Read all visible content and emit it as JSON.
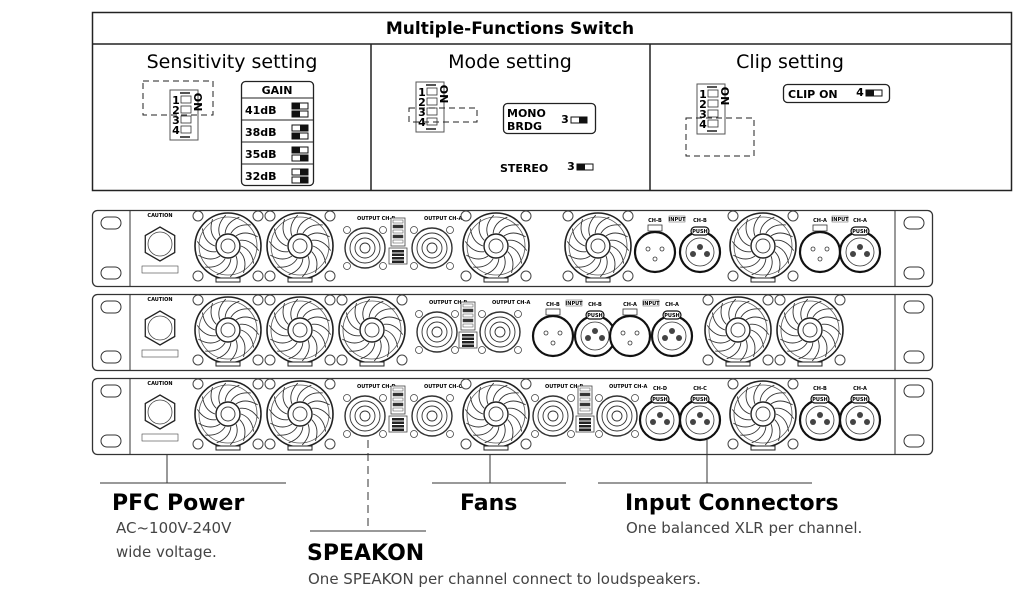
{
  "switch_box": {
    "title": "Multiple-Functions Switch",
    "sensitivity": {
      "heading": "Sensitivity setting",
      "gain_title": "GAIN",
      "gain_rows": [
        {
          "label": "41dB",
          "sw1_on": false,
          "sw2_on": false
        },
        {
          "label": "38dB",
          "sw1_on": true,
          "sw2_on": false
        },
        {
          "label": "35dB",
          "sw1_on": false,
          "sw2_on": true
        },
        {
          "label": "32dB",
          "sw1_on": true,
          "sw2_on": true
        }
      ]
    },
    "mode": {
      "heading": "Mode setting",
      "mono_label_1": "MONO",
      "mono_label_2": "BRDG",
      "stereo_label": "STEREO",
      "switch_num": "3"
    },
    "clip": {
      "heading": "Clip setting",
      "clip_label": "CLIP ON",
      "switch_num": "4"
    },
    "dip_on_label": "ON",
    "dip_numbers": [
      "1",
      "2",
      "3",
      "4"
    ]
  },
  "units": [
    {
      "caution": "CAUTION",
      "outputs": [
        "OUTPUT CH-B",
        "OUTPUT CH-A"
      ],
      "inputs": [
        "CH-B",
        "INPUT",
        "CH-B",
        "CH-A",
        "INPUT",
        "CH-A"
      ],
      "push": "PUSH"
    },
    {
      "caution": "CAUTION",
      "outputs": [
        "OUTPUT CH-B",
        "OUTPUT CH-A"
      ],
      "inputs": [
        "CH-B",
        "INPUT",
        "CH-B",
        "CH-A",
        "INPUT",
        "CH-A"
      ],
      "push": "PUSH"
    },
    {
      "caution": "CAUTION",
      "outputs": [
        "OUTPUT CH-D",
        "OUTPUT CH-C",
        "OUTPUT CH-B",
        "OUTPUT CH-A"
      ],
      "inputs": [
        "CH-D",
        "CH-C",
        "CH-B",
        "CH-A"
      ],
      "push": "PUSH"
    }
  ],
  "callouts": {
    "pfc": {
      "title": "PFC Power",
      "line1": "AC~100V-240V",
      "line2": "wide voltage."
    },
    "fans": {
      "title": "Fans"
    },
    "inputs": {
      "title": "Input Connectors",
      "desc": "One balanced XLR per channel."
    },
    "speakon": {
      "title": "SPEAKON",
      "desc": "One SPEAKON per channel connect to loudspeakers."
    }
  }
}
